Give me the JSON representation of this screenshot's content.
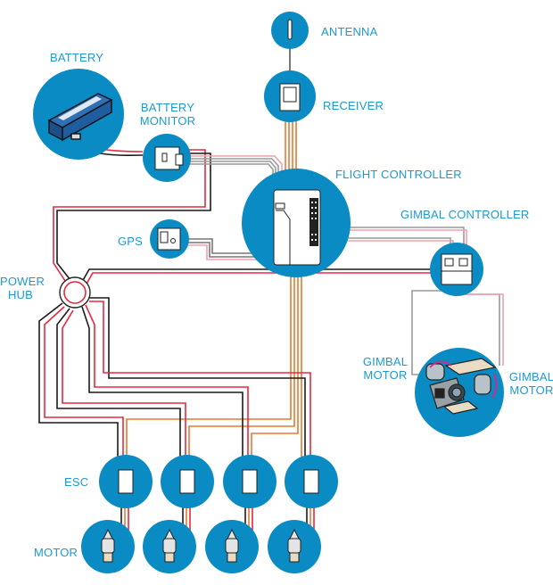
{
  "colors": {
    "node_fill": "#0a8bc3",
    "label": "#1b9ad2",
    "power_wire": "#e8283c",
    "ground_wire": "#1a1a1a",
    "signal_wire": "#e87a2e",
    "data_wire": "#999999",
    "arrow": "#e0238c"
  },
  "labels": {
    "antenna": "ANTENNA",
    "receiver": "RECEIVER",
    "battery": "BATTERY",
    "battery_monitor_1": "BATTERY",
    "battery_monitor_2": "MONITOR",
    "flight_controller": "FLIGHT CONTROLLER",
    "gimbal_controller": "GIMBAL CONTROLLER",
    "gps": "GPS",
    "power_hub_1": "POWER",
    "power_hub_2": "HUB",
    "gimbal_motor_left_1": "GIMBAL",
    "gimbal_motor_left_2": "MOTOR",
    "gimbal_motor_right_1": "GIMBAL",
    "gimbal_motor_right_2": "MOTOR",
    "esc": "ESC",
    "motor": "MOTOR"
  }
}
